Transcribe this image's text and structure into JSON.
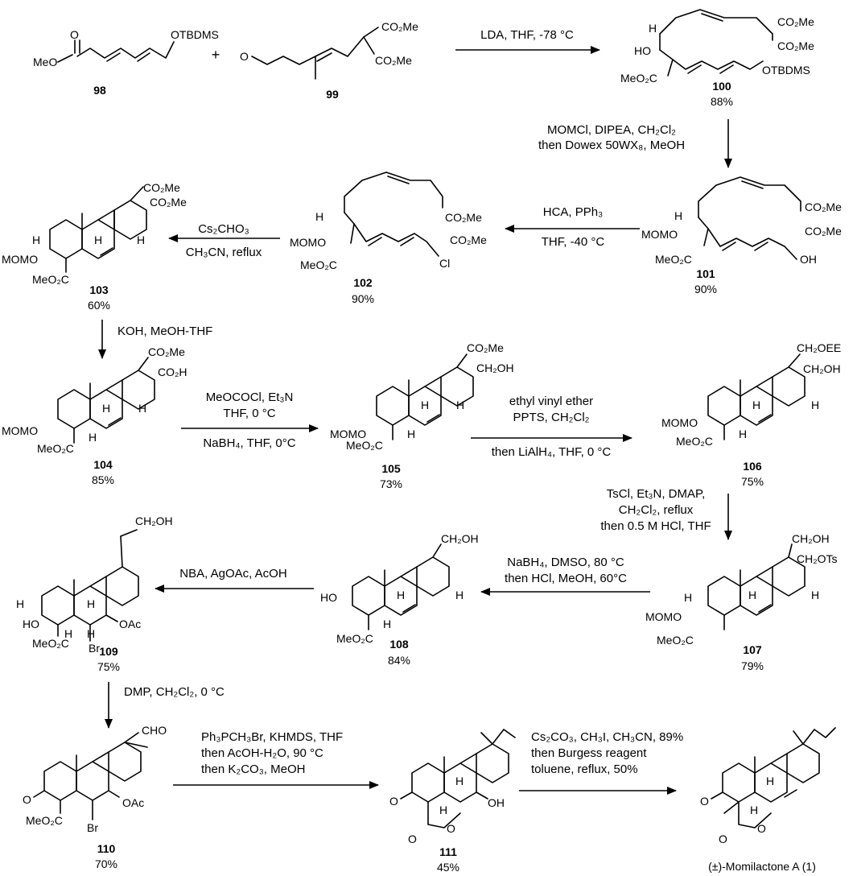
{
  "scheme_title": "",
  "steps": [
    {
      "conditions": [
        "LDA, THF, -78 °C"
      ]
    },
    {
      "conditions": [
        "MOMCl, DIPEA, CH₂Cl₂",
        "then  Dowex 50WX₈, MeOH"
      ]
    },
    {
      "conditions": [
        "HCA, PPh₃",
        "THF, -40 °C"
      ]
    },
    {
      "conditions": [
        "Cs₂CHO₃",
        "CH₃CN, reflux"
      ]
    },
    {
      "conditions": [
        "KOH, MeOH-THF"
      ]
    },
    {
      "conditions": [
        "MeOCOCl, Et₃N",
        "THF, 0 °C",
        "NaBH₄, THF, 0°C"
      ]
    },
    {
      "conditions": [
        "ethyl vinyl ether",
        "PPTS, CH₂Cl₂",
        "then LiAlH₄, THF, 0 °C"
      ]
    },
    {
      "conditions": [
        "TsCl, Et₃N, DMAP,",
        "CH₂Cl₂, reflux",
        "then 0.5 M HCl, THF"
      ]
    },
    {
      "conditions": [
        "NaBH₄, DMSO, 80 °C",
        "then HCl, MeOH, 60°C"
      ]
    },
    {
      "conditions": [
        "NBA, AgOAc, AcOH"
      ]
    },
    {
      "conditions": [
        "DMP, CH₂Cl₂, 0 °C"
      ]
    },
    {
      "conditions": [
        "Ph₃PCH₃Br, KHMDS, THF",
        "then AcOH-H₂O, 90 °C",
        "then K₂CO₃, MeOH"
      ]
    },
    {
      "conditions": [
        "Cs₂CO₃, CH₃I, CH₃CN, 89%",
        "then Burgess reagent",
        "toluene, reflux, 50%"
      ]
    }
  ],
  "compounds": [
    {
      "id": "98",
      "yield": ""
    },
    {
      "id": "99",
      "yield": ""
    },
    {
      "id": "100",
      "yield": "88%"
    },
    {
      "id": "101",
      "yield": "90%"
    },
    {
      "id": "102",
      "yield": "90%"
    },
    {
      "id": "103",
      "yield": "60%"
    },
    {
      "id": "104",
      "yield": "85%"
    },
    {
      "id": "105",
      "yield": "73%"
    },
    {
      "id": "106",
      "yield": "75%"
    },
    {
      "id": "107",
      "yield": "79%"
    },
    {
      "id": "108",
      "yield": "84%"
    },
    {
      "id": "109",
      "yield": "75%"
    },
    {
      "id": "110",
      "yield": "70%"
    },
    {
      "id": "111",
      "yield": "45%"
    },
    {
      "id": "(±)-Momilactone A (1)",
      "yield": ""
    }
  ],
  "plus_sign": "+",
  "atom_labels": {
    "otbdms": "OTBDMS",
    "meo": "MeO",
    "o": "O",
    "co2me": "CO₂Me",
    "meo2c": "MeO₂C",
    "ho": "HO",
    "h": "H",
    "momo": "MOMO",
    "oh": "OH",
    "cl": "Cl",
    "co2h": "CO₂H",
    "ch2oh": "CH₂OH",
    "ch2oee": "CH₂OEE",
    "ch2ots": "CH₂OTs",
    "oac": "OAc",
    "br": "Br",
    "cho": "CHO"
  }
}
